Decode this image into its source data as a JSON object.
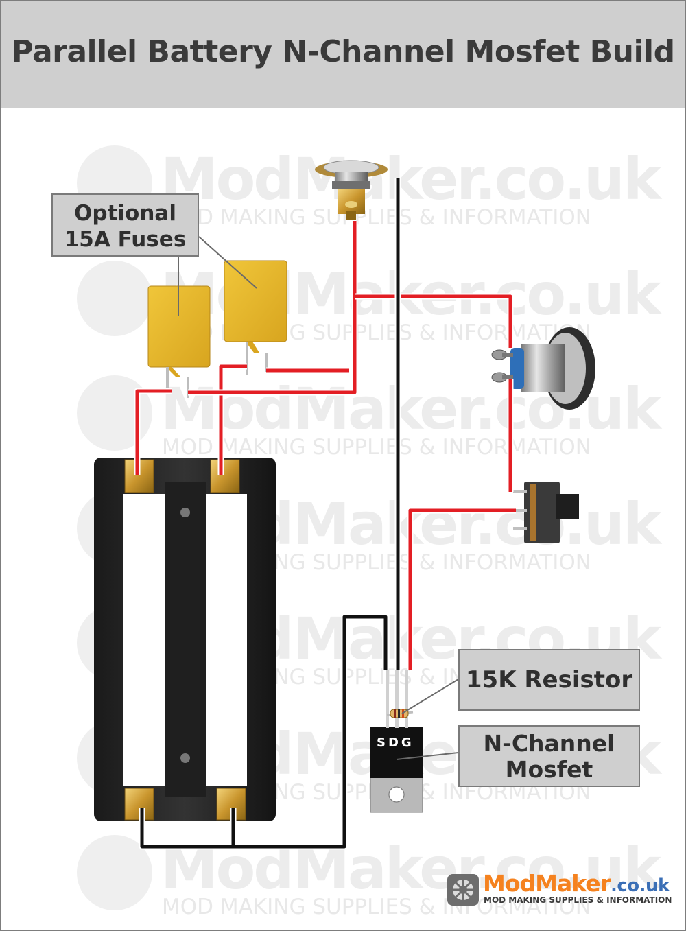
{
  "title": "Parallel Battery N-Channel Mosfet Build",
  "callouts": {
    "fuses": [
      "Optional",
      "15A Fuses"
    ],
    "resistor": "15K Resistor",
    "mosfet": [
      "N-Channel",
      "Mosfet"
    ]
  },
  "mosfet_pins": "SDG",
  "watermark": {
    "name": "ModMaker.co.uk",
    "tagline": "MOD MAKING SUPPLIES & INFORMATION"
  },
  "logo": {
    "name": "ModMaker",
    "tld": ".co.uk",
    "tagline": "MOD MAKING SUPPLIES & INFORMATION"
  },
  "colors": {
    "positive_wire": "#e31e24",
    "negative_wire": "#111111",
    "header_bg": "#cfcfcf",
    "fuse": "#e8b927",
    "logo_orange": "#f5821f",
    "logo_blue": "#3b6fb6"
  }
}
